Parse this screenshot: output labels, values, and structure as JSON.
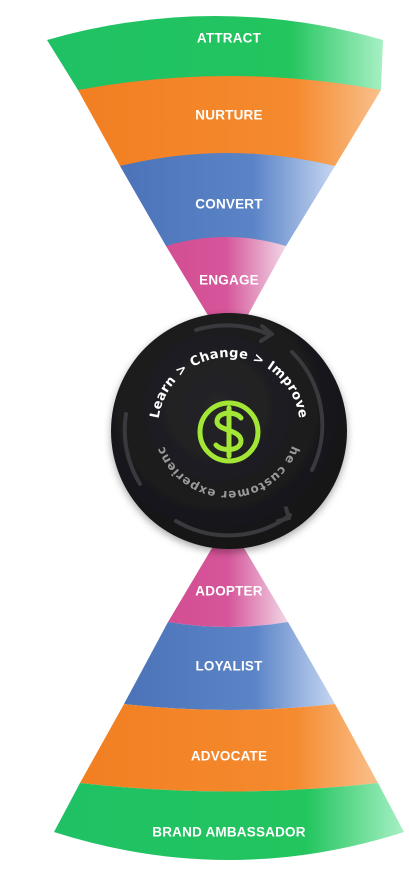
{
  "stages_top": [
    {
      "label": "ATTRACT",
      "color": "#22c55e"
    },
    {
      "label": "NURTURE",
      "color": "#f58a2e"
    },
    {
      "label": "CONVERT",
      "color": "#5b84c7"
    },
    {
      "label": "ENGAGE",
      "color": "#d6559a"
    }
  ],
  "stages_bottom": [
    {
      "label": "ADOPTER",
      "color": "#d6559a"
    },
    {
      "label": "LOYALIST",
      "color": "#5b84c7"
    },
    {
      "label": "ADVOCATE",
      "color": "#f58a2e"
    },
    {
      "label": "BRAND AMBASSADOR",
      "color": "#22c55e"
    }
  ],
  "center": {
    "ring_top_text": "Learn > Change > Improve",
    "ring_bottom_text": "The customer experience",
    "icon": "dollar-circle-icon",
    "icon_color": "#a3e635",
    "disc_color": "#1a1a1c"
  }
}
